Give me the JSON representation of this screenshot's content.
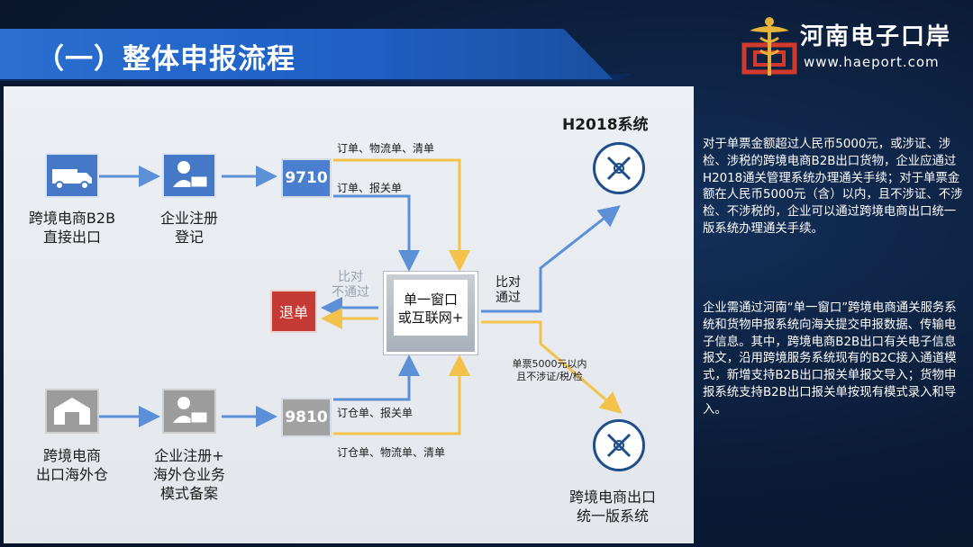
{
  "header": {
    "title": "（一）整体申报流程",
    "logo_text": "河南电子口岸",
    "logo_url": "www.haeport.com"
  },
  "diagram": {
    "system_top_title": "H2018系统",
    "system_bottom_title_line1": "跨境电商出口",
    "system_bottom_title_line2": "统一版系统",
    "row1": {
      "source_line1": "跨境电商B2B",
      "source_line2": "直接出口",
      "register_line1": "企业注册",
      "register_line2": "登记",
      "code": "9710",
      "edge_top": "订单、物流单、清单",
      "edge_mid": "订单、报关单"
    },
    "row2": {
      "source_line1": "跨境电商",
      "source_line2": "出口海外仓",
      "register_line1": "企业注册+",
      "register_line2": "海外仓业务",
      "register_line3": "模式备案",
      "code": "9810",
      "edge_mid": "订仓单、报关单",
      "edge_bottom": "订仓单、物流单、清单"
    },
    "center_line1": "单一窗口",
    "center_line2": "或互联网+",
    "reject": "退单",
    "fail_line1": "比对",
    "fail_line2": "不通过",
    "pass_line1": "比对",
    "pass_line2": "通过",
    "small_line1": "单票5000元以内",
    "small_line2": "且不涉证/税/检"
  },
  "description": {
    "para1": "对于单票金额超过人民币5000元，或涉证、涉检、涉税的跨境电商B2B出口货物，企业应通过H2018通关管理系统办理通关手续；对于单票金额在人民币5000元（含）以内，且不涉证、不涉检、不涉税的，企业可以通过跨境电商出口统一版系统办理通关手续。",
    "para2": "企业需通过河南“单一窗口”跨境电商通关服务系统和货物申报系统向海关提交申报数据、传输电子信息。其中，跨境电商B2B出口有关电子信息报文，沿用跨境服务系统现有的B2C接入通道模式，新增支持B2B出口报关单报文导入；货物申报系统支持B2B出口报关单按现有模式录入和导入。"
  },
  "colors": {
    "blue_arrow": "#5b8fd6",
    "yellow_arrow": "#f2c24a",
    "title_band": "#2a6fd0",
    "reject": "#c53a33"
  }
}
